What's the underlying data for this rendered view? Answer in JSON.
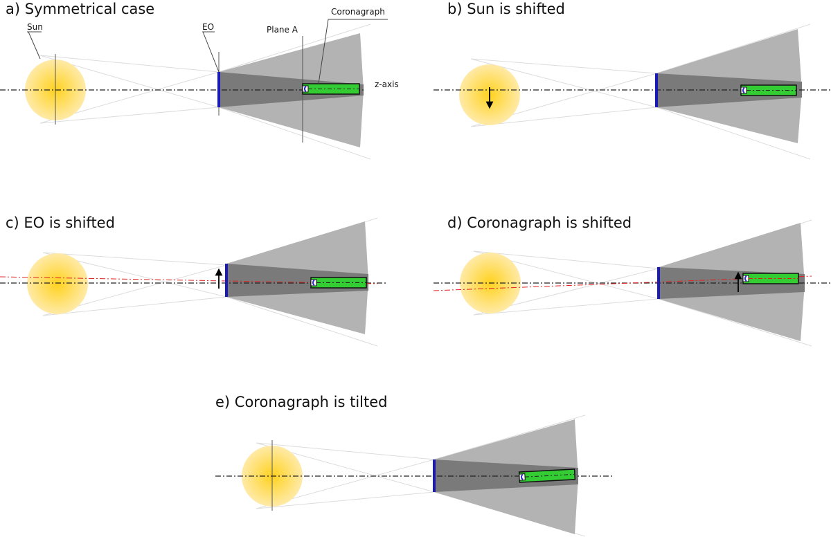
{
  "panels": {
    "a": {
      "title": "a) Symmetrical case"
    },
    "b": {
      "title": "b) Sun is shifted"
    },
    "c": {
      "title": "c) EO is shifted"
    },
    "d": {
      "title": "d) Coronagraph is shifted"
    },
    "e": {
      "title": "e) Coronagraph is tilted"
    }
  },
  "labels": {
    "sun": "Sun",
    "eo": "EO",
    "plane_a": "Plane A",
    "coronagraph": "Coronagraph",
    "z_axis": "z-axis"
  },
  "colors": {
    "sun_core": "#ffd21e",
    "sun_edge": "#ffe9a6",
    "occulter": "#1a1ab8",
    "cone_light": "#b3b3b3",
    "cone_dark": "#7a7a7a",
    "coronagraph_body": "#33cc33",
    "shift_axis": "#e02020"
  }
}
